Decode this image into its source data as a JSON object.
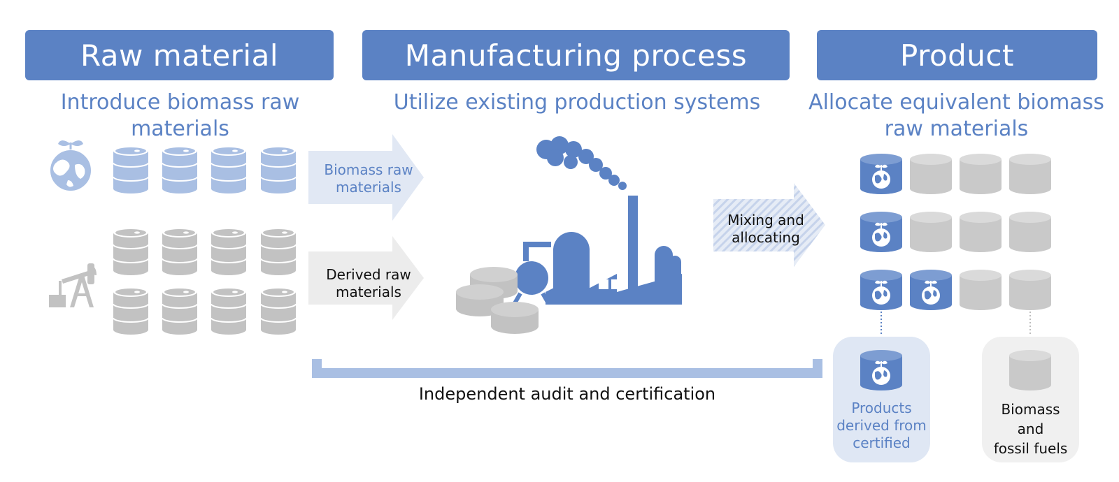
{
  "columns": {
    "raw": {
      "title": "Raw material",
      "subtitle": "Introduce biomass raw materials"
    },
    "manufacturing": {
      "title": "Manufacturing process",
      "subtitle": "Utilize existing production systems"
    },
    "product": {
      "title": "Product",
      "subtitle_line1": "Allocate equivalent biomass",
      "subtitle_line2": "raw materials"
    }
  },
  "arrows": {
    "biomass": {
      "line1": "Biomass raw",
      "line2": "materials"
    },
    "derived": {
      "line1": "Derived raw",
      "line2": "materials"
    },
    "mixing": {
      "line1": "Mixing and",
      "line2": "allocating"
    }
  },
  "audit": {
    "label": "Independent audit and certification"
  },
  "legend": {
    "certified": {
      "line1": "Products",
      "line2": "derived from",
      "line3": "certified"
    },
    "fossil": {
      "line1": "Biomass",
      "line2": "and",
      "line3": "fossil fuels"
    }
  },
  "colors": {
    "blue": "#5b82c4",
    "light_blue": "#a9bfe3",
    "pale_blue": "#dfe7f4",
    "gray": "#c2c2c2",
    "pale_gray": "#f0f0f0"
  },
  "icons": [
    "globe-sprout-icon",
    "oil-pumpjack-icon",
    "barrel-icon",
    "factory-icon",
    "storage-tank-icon",
    "certified-barrel-icon"
  ]
}
